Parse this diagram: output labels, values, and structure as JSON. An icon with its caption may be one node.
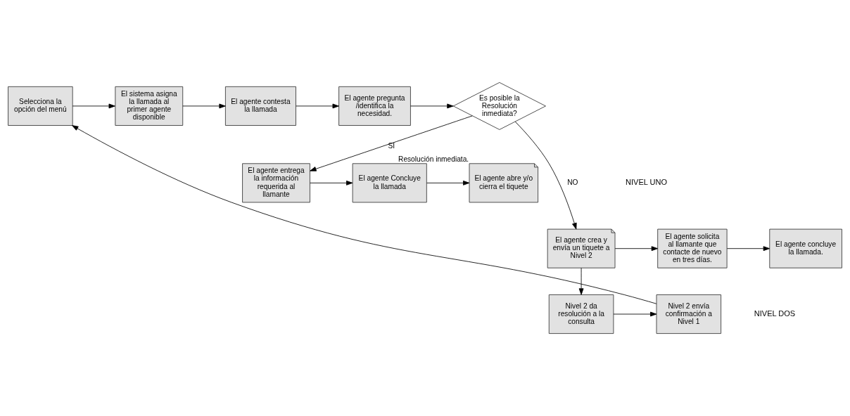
{
  "diagram": {
    "nodes": [
      {
        "text": [
          "Selecciona la opción del menú"
        ]
      },
      {
        "text": [
          "El sistema asigna la llamada al primer agente disponible"
        ]
      },
      {
        "text": [
          "El agente contesta la llamada"
        ]
      },
      {
        "text": [
          "El agente pregunta/identifica la necesidad."
        ]
      },
      {
        "text": [
          "Es posible la Resolución inmediata?"
        ]
      },
      {
        "text": [
          "El agente entrega la información requerida al llamante"
        ]
      },
      {
        "text": [
          "El agente Concluye la llamada"
        ]
      },
      {
        "text": [
          "El agente abre y/o cierra el tiquete"
        ],
        "beside": [
          "Resolución inmediata."
        ]
      },
      {
        "text": [
          "El agente crea y envía un tiquete a Nivel 2"
        ]
      },
      {
        "text": [
          "El agente solicita al llamante que contacte de nuevo en tres días."
        ]
      },
      {
        "text": [
          "El agente concluye la llamada."
        ]
      },
      {
        "text": [
          "Nivel 2 da resolución a la consulta"
        ]
      },
      {
        "text": [
          "Nivel 2 envía confirmación a Nivel 1"
        ]
      }
    ],
    "edges": [
      {
        "from": 0,
        "to": 1,
        "arrow": "to"
      },
      {
        "from": 1,
        "to": 2,
        "arrow": "to"
      },
      {
        "from": 2,
        "to": 3,
        "arrow": "to"
      },
      {
        "from": 3,
        "to": 4,
        "arrow": "to"
      },
      {
        "from": 4,
        "to": 5,
        "arrow": "to",
        "label": "SI"
      },
      {
        "from": 4,
        "to": 8,
        "arrow": "to",
        "label": "NO"
      },
      {
        "from": 5,
        "to": 6,
        "arrow": "to"
      },
      {
        "from": 6,
        "to": 7,
        "arrow": "to"
      },
      {
        "from": 8,
        "to": 9,
        "arrow": "to"
      },
      {
        "from": 9,
        "to": 10,
        "arrow": "to"
      },
      {
        "from": 8,
        "to": 11,
        "arrow": "to"
      },
      {
        "from": 11,
        "to": 12,
        "arrow": "to"
      },
      {
        "from": 12,
        "to": 0,
        "arrow": "to"
      }
    ],
    "labels": [
      "NIVEL UNO",
      "NIVEL DOS"
    ]
  }
}
